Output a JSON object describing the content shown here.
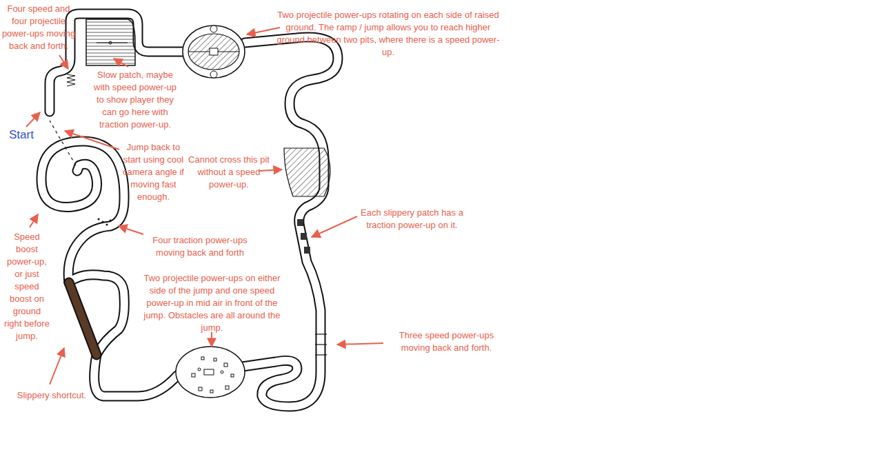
{
  "diagram": {
    "labels": [
      "Four speed and four projectile power-ups moving back and forth.",
      "Slow patch, maybe with speed power-up to show player they can go here with traction power-up.",
      "Two projectile power-ups rotating on each side of raised ground. The ramp / jump allows you to reach higher ground between two pits, where there is a speed power-up.",
      "Start",
      "Jump back to start using cool camera angle if moving fast enough.",
      "Cannot cross this pit without a speed power-up.",
      "Each slippery patch has a traction power-up on it.",
      "Four traction power-ups moving back and forth",
      "Speed boost power-up, or just speed boost on ground right before jump.",
      "Two projectile power-ups on either side of the jump and one speed power-up in mid air in front of the jump. Obstacles are all around the jump.",
      "Three speed power-ups moving back and forth.",
      "Slippery shortcut."
    ]
  }
}
